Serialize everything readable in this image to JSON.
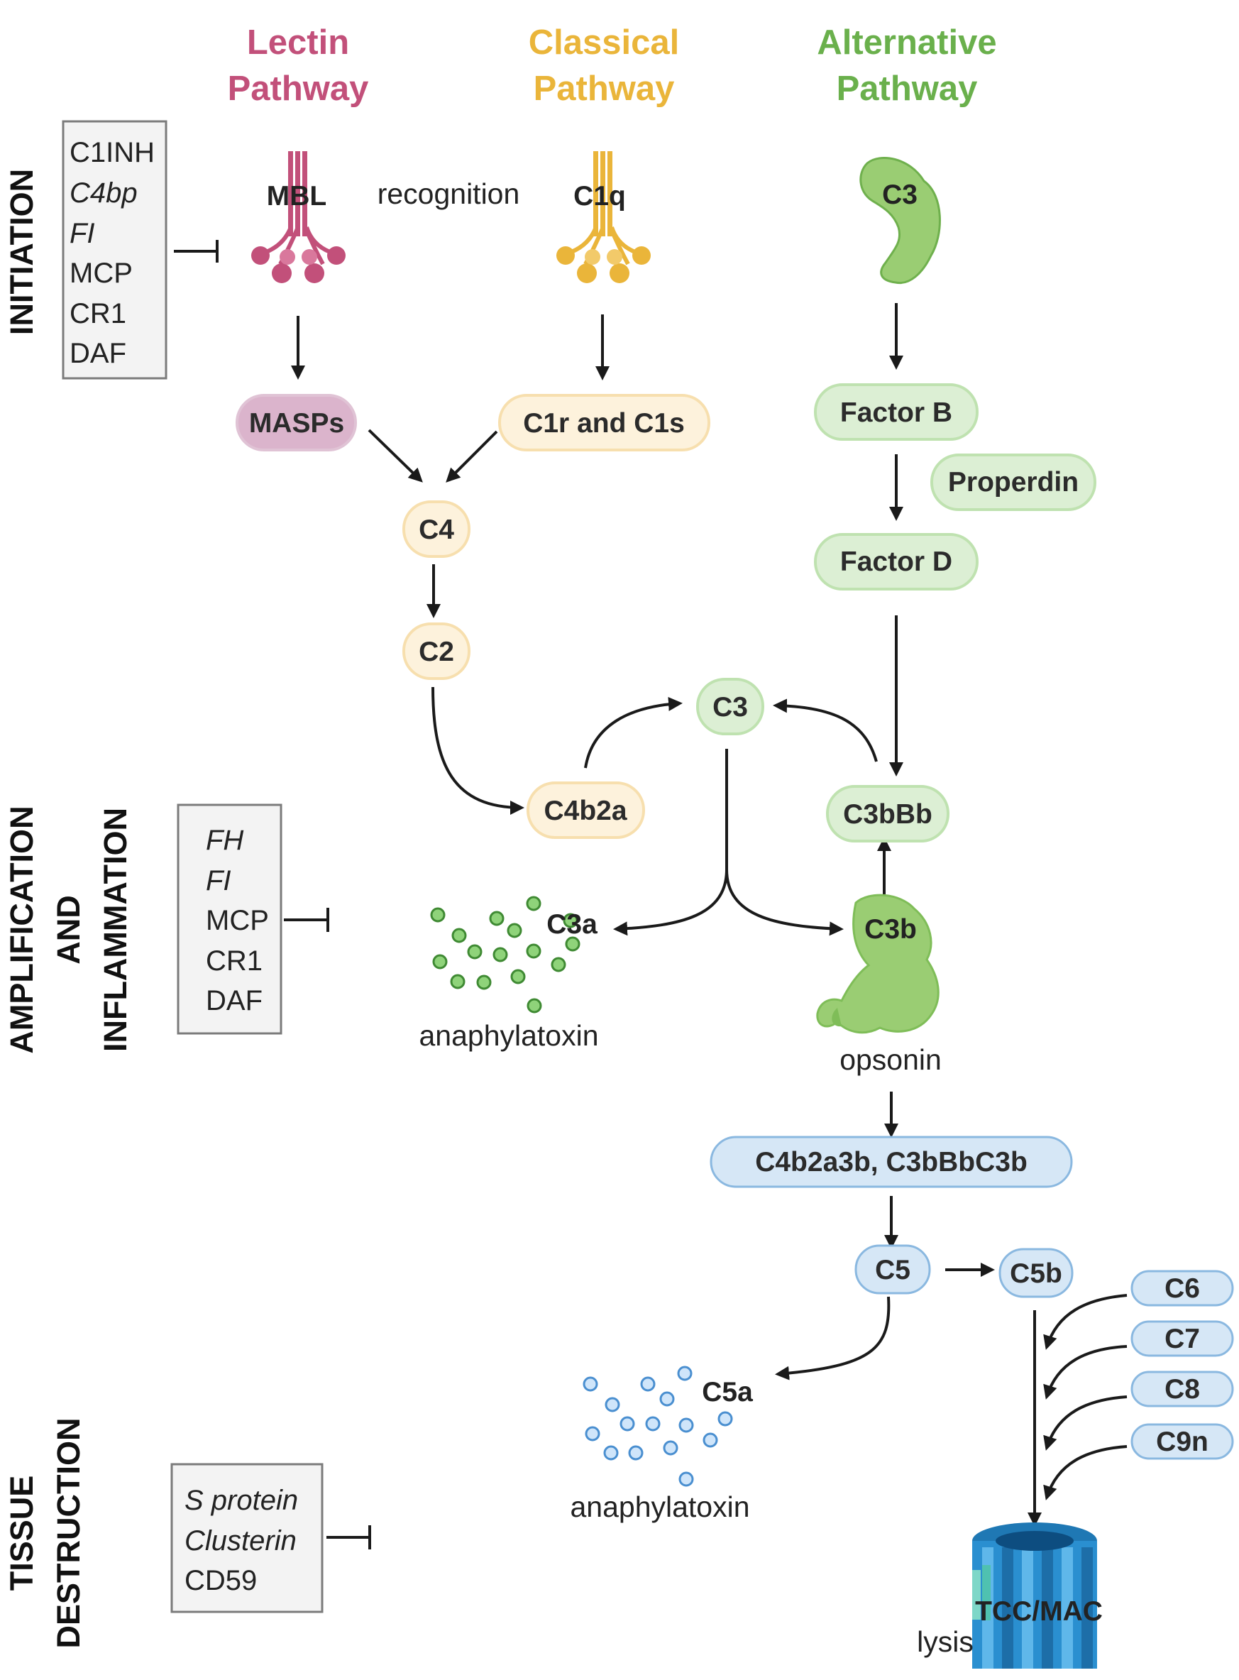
{
  "pathways": {
    "lectin": "Lectin",
    "lectin2": "Pathway",
    "classical": "Classical",
    "classical2": "Pathway",
    "alternative": "Alternative",
    "alternative2": "Pathway"
  },
  "phases": {
    "initiation": "INITIATION",
    "amp1": "AMPLIFICATION",
    "amp2": "AND",
    "amp3": "INFLAMMATION",
    "tis1": "TISSUE",
    "tis2": "DESTRUCTION"
  },
  "regulators": {
    "initiation": [
      "C1INH",
      "C4bp",
      "FI",
      "MCP",
      "CR1",
      "DAF"
    ],
    "amplification": [
      "FH",
      "FI",
      "MCP",
      "CR1",
      "DAF"
    ],
    "tissue": [
      "S protein",
      "Clusterin",
      "CD59"
    ]
  },
  "labels": {
    "mbl": "MBL",
    "recognition": "recognition",
    "c1q": "C1q",
    "c3_alt": "C3",
    "c3a": "C3a",
    "anaphylatoxin1": "anaphylatoxin",
    "c3b": "C3b",
    "opsonin": "opsonin",
    "c5a": "C5a",
    "anaphylatoxin2": "anaphylatoxin",
    "tcc": "TCC/MAC",
    "lysis": "lysis"
  },
  "nodes": {
    "masps": "MASPs",
    "c1r_c1s": "C1r and C1s",
    "factor_b": "Factor B",
    "properdin": "Properdin",
    "factor_d": "Factor D",
    "c4": "C4",
    "c2": "C2",
    "c3": "C3",
    "c4b2a": "C4b2a",
    "c3bbb": "C3bBb",
    "convertase": "C4b2a3b, C3bBbC3b",
    "c5": "C5",
    "c5b": "C5b",
    "c6": "C6",
    "c7": "C7",
    "c8": "C8",
    "c9n": "C9n"
  },
  "colors": {
    "lectin": "#c2507a",
    "classical": "#eab53a",
    "alternative": "#6ab04c",
    "lectin_fill": "#dbb4cc",
    "classical_fill": "#fdf2dc",
    "alternative_fill": "#dcefd4",
    "terminal_fill": "#d6e7f6",
    "terminal_stroke": "#8ab8e0"
  }
}
